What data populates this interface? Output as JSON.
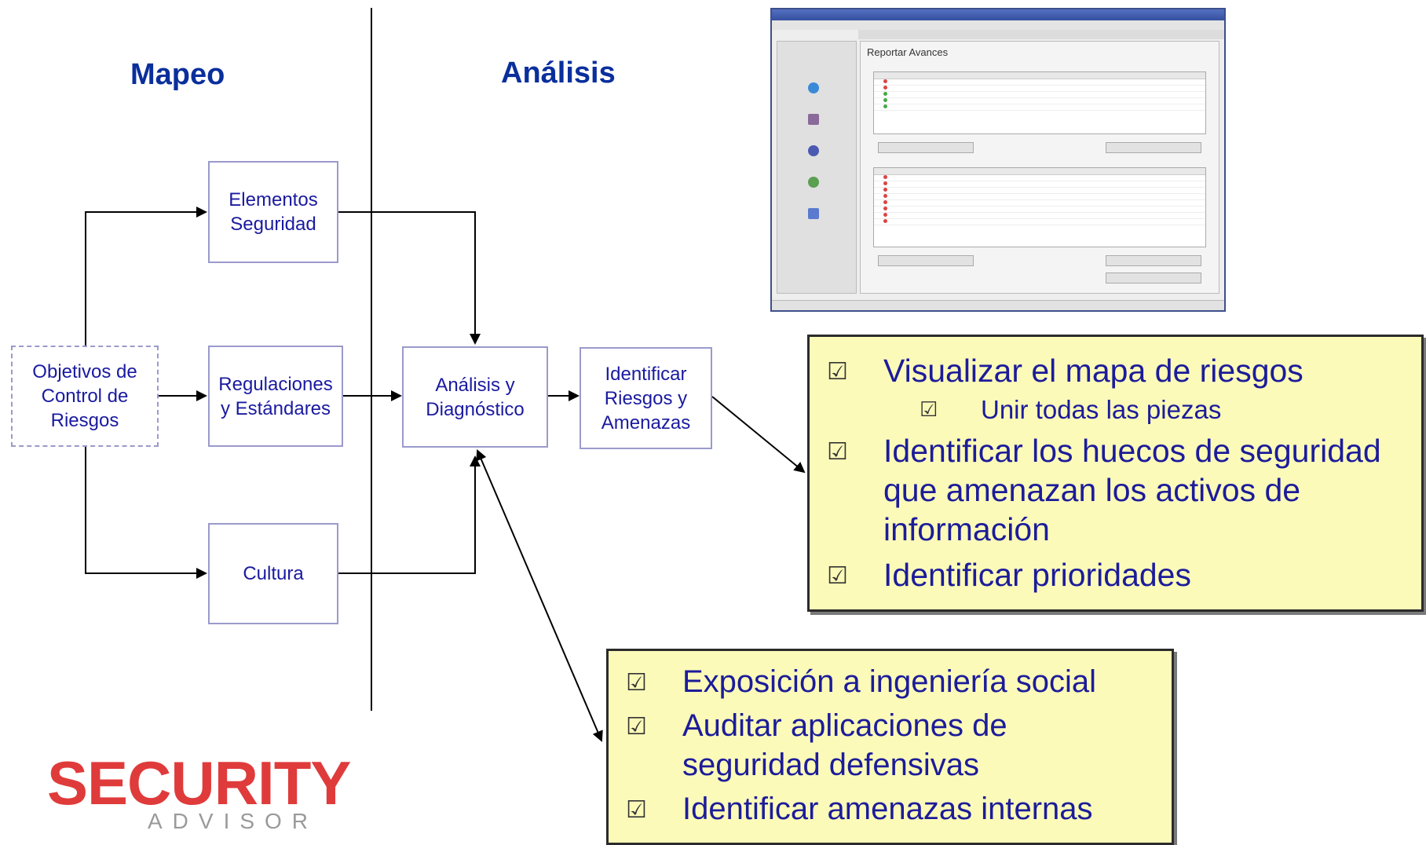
{
  "headings": {
    "left": "Mapeo",
    "right": "Análisis"
  },
  "boxes": {
    "objetivos": "Objetivos de\nControl de\nRiesgos",
    "elementos": "Elementos\nSeguridad",
    "regulaciones": "Regulaciones\ny Estándares",
    "cultura": "Cultura",
    "analisis": "Análisis y\nDiagnóstico",
    "identificar": "Identificar\nRiesgos y\nAmenazas"
  },
  "note_top": {
    "items": [
      {
        "level": 1,
        "text": "Visualizar el mapa de riesgos"
      },
      {
        "level": 2,
        "text": "Unir todas las piezas"
      },
      {
        "level": 1,
        "text": "Identificar los huecos de seguridad que amenazan los activos de información"
      },
      {
        "level": 1,
        "text": "Identificar prioridades"
      }
    ]
  },
  "note_bottom": {
    "items": [
      {
        "text": "Exposición a ingeniería social"
      },
      {
        "text": "Auditar aplicaciones de seguridad defensivas"
      },
      {
        "text": "Identificar amenazas internas"
      }
    ]
  },
  "checkbox_glyph": "☑",
  "screenshot": {
    "panel_title": "Reportar Avances"
  },
  "logo": {
    "top": "SECURITY",
    "bottom": "ADVISOR"
  },
  "colors": {
    "heading": "#0a2f9c",
    "box_text": "#1a1aa0",
    "box_border": "#9a9acc",
    "note_bg": "#fbfab9",
    "logo_red": "#e03b3b",
    "logo_gray": "#9a9a9a"
  }
}
